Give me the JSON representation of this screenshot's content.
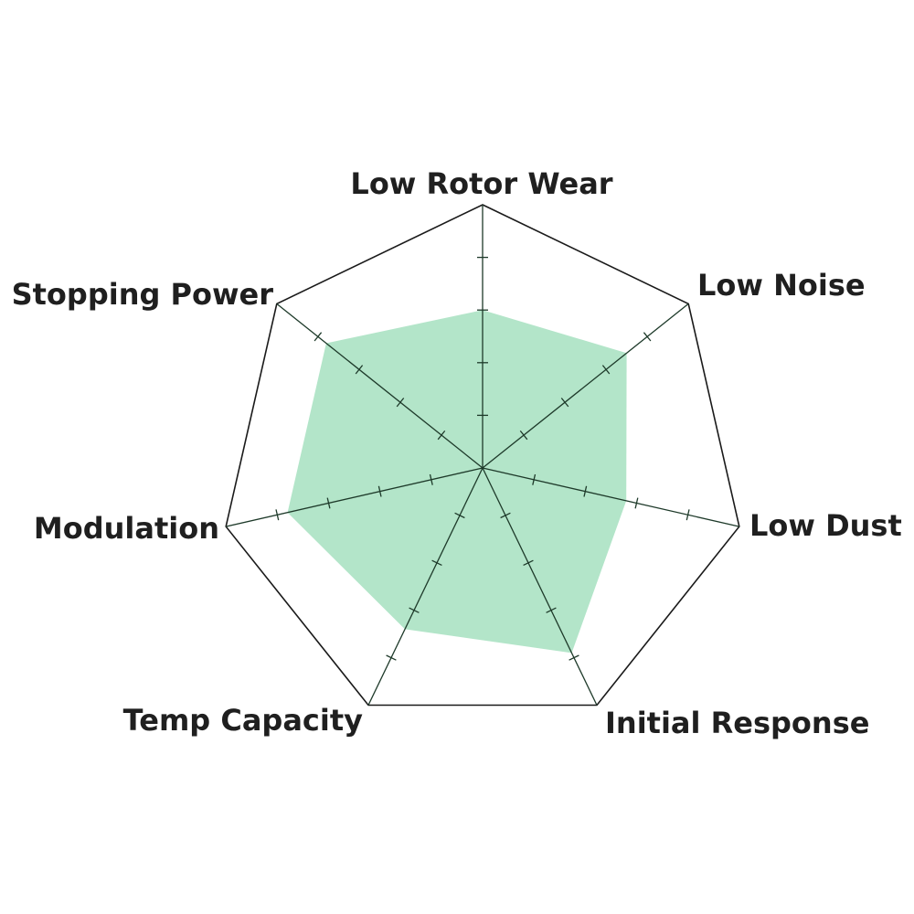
{
  "chart_data": {
    "type": "radar",
    "axes": [
      "Low Rotor Wear",
      "Low Noise",
      "Low Dust",
      "Initial Response",
      "Temp Capacity",
      "Modulation",
      "Stopping Power"
    ],
    "series": [
      {
        "values": [
          3.0,
          3.5,
          2.8,
          3.9,
          3.4,
          3.8,
          3.8
        ]
      }
    ],
    "scale": {
      "min": 0,
      "max": 5,
      "ticks": [
        1,
        2,
        3,
        4
      ]
    },
    "grid": false,
    "colors": {
      "fill": "#b3e5c9",
      "axis": "#1e3a2a",
      "outline": "#1a1a1a",
      "label": "#1f1f1f"
    }
  }
}
